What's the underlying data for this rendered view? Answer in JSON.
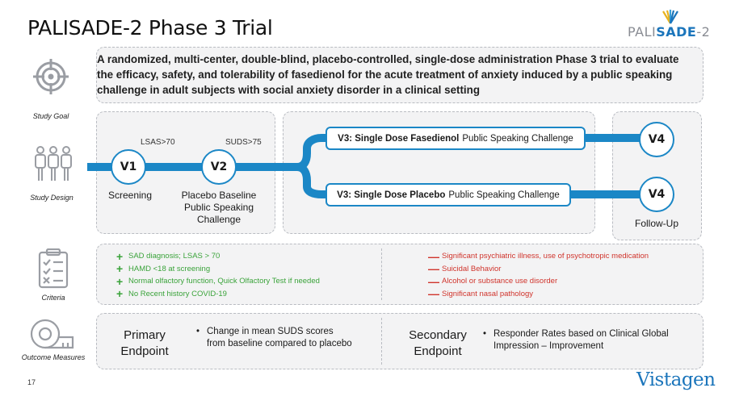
{
  "title": "PALISADE-2 Phase 3 Trial",
  "logo": {
    "part1": "PALI",
    "part2": "SADE",
    "part3": "-2"
  },
  "goal": {
    "label": "Study Goal",
    "text": "A randomized, multi-center, double-blind, placebo-controlled, single-dose administration Phase 3 trial to evaluate the efficacy, safety, and tolerability of fasedienol for the acute treatment of anxiety induced by a public speaking challenge in adult subjects with social anxiety disorder in a clinical setting"
  },
  "design": {
    "label": "Study Design",
    "v1": {
      "name": "V1",
      "label": "Screening",
      "threshold": "LSAS>70"
    },
    "v2": {
      "name": "V2",
      "label": "Placebo Baseline Public Speaking Challenge",
      "threshold": "SUDS>75"
    },
    "arm1": {
      "bold": "V3: Single Dose Fasedienol",
      "rest": "Public Speaking Challenge"
    },
    "arm2": {
      "bold": "V3: Single Dose Placebo",
      "rest": "Public Speaking Challenge"
    },
    "v4a": "V4",
    "v4b": "V4",
    "followup": "Follow-Up"
  },
  "criteria": {
    "label": "Criteria",
    "inclusion": [
      "SAD diagnosis; LSAS > 70",
      "HAMD <18 at screening",
      "Normal olfactory function, Quick Olfactory Test if needed",
      "No Recent history COVID-19"
    ],
    "exclusion": [
      "Significant psychiatric illness, use of psychotropic medication",
      "Suicidal Behavior",
      "Alcohol or substance use disorder",
      "Significant nasal pathology"
    ]
  },
  "outcome": {
    "label": "Outcome Measures",
    "primary_title": "Primary Endpoint",
    "primary_text": "Change in mean SUDS scores from baseline compared to placebo",
    "secondary_title": "Secondary Endpoint",
    "secondary_text": "Responder Rates based on Clinical Global Impression – Improvement"
  },
  "page_number": "17",
  "company": "Vistagen",
  "colors": {
    "accent": "#1b87c6",
    "inclusion": "#3aa33a",
    "exclusion": "#d0342c",
    "box": "#f3f3f4"
  },
  "icons": [
    "target-icon",
    "people-icon",
    "clipboard-checklist-icon",
    "measuring-tape-icon"
  ]
}
